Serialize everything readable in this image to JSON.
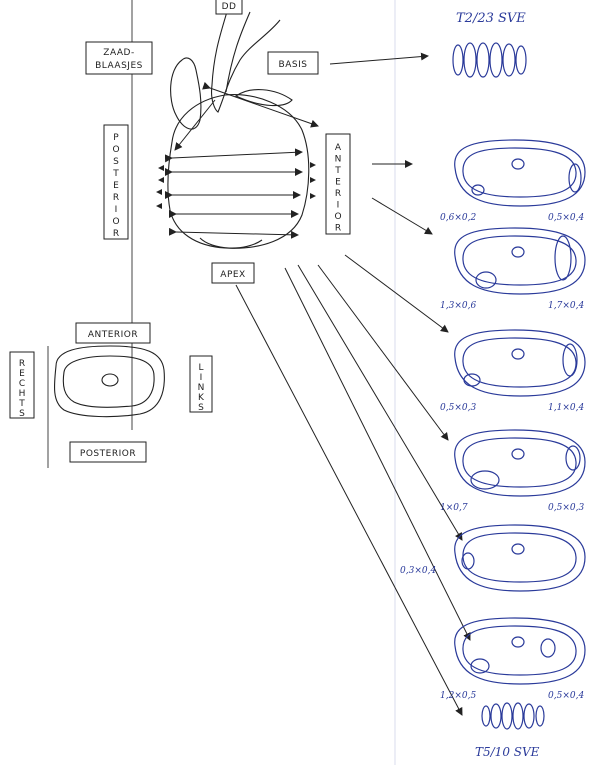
{
  "labels": {
    "dd": "DD",
    "zaadblaasjes_1": "ZAAD-",
    "zaadblaasjes_2": "BLAASJES",
    "basis": "BASIS",
    "posterior_vertical": "POSTERIOR",
    "anterior_vertical": "ANTERIOR",
    "apex": "APEX",
    "anterior": "ANTERIOR",
    "posterior": "POSTERIOR",
    "rechts": "RECHTS",
    "links": "LINKS"
  },
  "handwriting": {
    "top_title": "T2/23 SVE",
    "bottom_title": "T5/10 SVE",
    "slice_measurements": [
      {
        "left": "",
        "right": ""
      },
      {
        "left": "0,6×0,2",
        "right": "0,5×0,4"
      },
      {
        "left": "1,3×0,6",
        "right": "1,7×0,4"
      },
      {
        "left": "0,5×0,3",
        "right": "1,1×0,4"
      },
      {
        "left": "1×0,7",
        "right": "0,5×0,3"
      },
      {
        "left": "0,3×0,4",
        "right": ""
      },
      {
        "left": "1,2×0,5",
        "right": "0,5×0,4"
      }
    ]
  }
}
